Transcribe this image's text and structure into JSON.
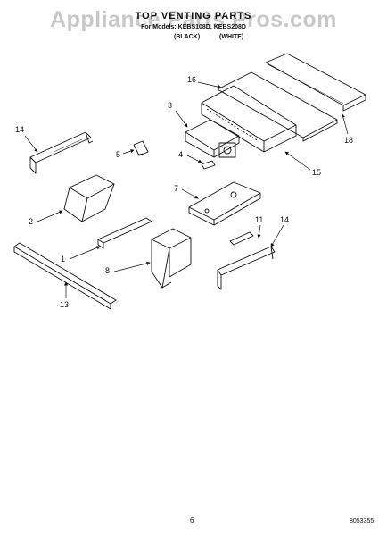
{
  "watermark": "Appliance Parts Pros.com",
  "header": {
    "title": "TOP VENTING PARTS",
    "subtitle": "For Models: KEBS108D, KEBS208D",
    "finish_black": "(BLACK)",
    "finish_white": "(WHITE)"
  },
  "callouts": [
    "16",
    "3",
    "18",
    "14",
    "5",
    "4",
    "15",
    "2",
    "7",
    "11",
    "14",
    "1",
    "8",
    "13"
  ],
  "footer": {
    "page_number": "6",
    "document_number": "8053355"
  }
}
